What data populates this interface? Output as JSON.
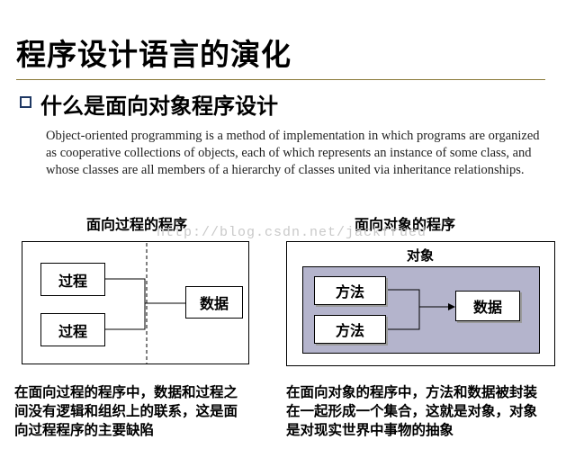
{
  "title": "程序设计语言的演化",
  "subtitle": "什么是面向对象程序设计",
  "quote": "Object-oriented programming is a method of implementation in which programs are organized as cooperative collections of objects, each of which represents an instance of some class, and whose classes are all members of a hierarchy of classes united via inheritance relationships.",
  "watermark": "http://blog.csdn.net/jackfrued",
  "left_diagram": {
    "caption": "面向过程的程序",
    "process_1": "过程",
    "process_2": "过程",
    "data": "数据",
    "note_lines": [
      "在面向过程的程序中，数据和过程之",
      "间没有逻辑和组织上的联系，这是面",
      "向过程程序的主要缺陷"
    ]
  },
  "right_diagram": {
    "caption": "面向对象的程序",
    "object_label": "对象",
    "method_1": "方法",
    "method_2": "方法",
    "data": "数据",
    "note_lines": [
      "在面向对象的程序中，方法和数据被封装",
      "在一起形成一个集合，这就是对象，对象",
      "是对现实世界中事物的抽象"
    ]
  },
  "colors": {
    "object_fill": "#b4b4cc",
    "title_rule": "#8b7a3a",
    "bullet": "#1f3864"
  }
}
